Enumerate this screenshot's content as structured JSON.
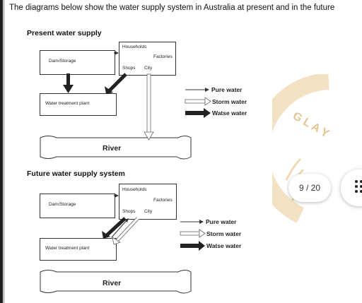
{
  "heading": "The diagrams below show the water supply system in Australia at present and in the future",
  "present": {
    "title": "Present water supply",
    "dam": "Dam/Storage",
    "households": "Households",
    "factories": "Factories",
    "shops": "Shops",
    "city": "City",
    "treatment": "Water treatment plant",
    "river": "River"
  },
  "future": {
    "title": "Future water supply system",
    "dam": "Dam/Storage",
    "households": "Households",
    "factories": "Factories",
    "shops": "Shops",
    "city": "City",
    "treatment": "Water treatment plant",
    "river": "River"
  },
  "legend": {
    "pure": "Pure water",
    "storm": "Storm water",
    "waste": "Watse water"
  },
  "watermark_text": "GLAY",
  "page_indicator": "9 / 20",
  "colors": {
    "watermark": "#d9a441",
    "frame": "#1f1f1f"
  }
}
